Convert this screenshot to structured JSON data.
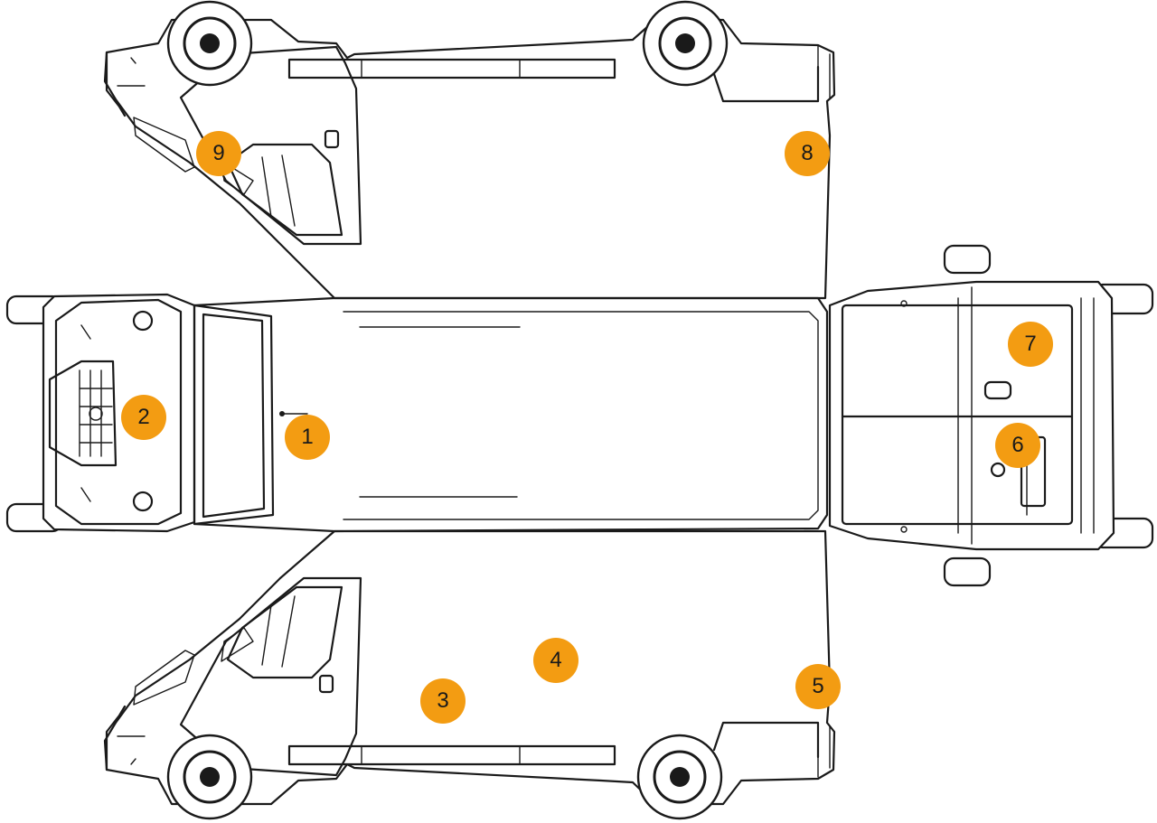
{
  "diagram": {
    "colors": {
      "marker": "#F39C12",
      "outline": "#1a1a1a",
      "background": "#ffffff"
    },
    "markers": [
      {
        "id": "1",
        "label": "1"
      },
      {
        "id": "2",
        "label": "2"
      },
      {
        "id": "3",
        "label": "3"
      },
      {
        "id": "4",
        "label": "4"
      },
      {
        "id": "5",
        "label": "5"
      },
      {
        "id": "6",
        "label": "6"
      },
      {
        "id": "7",
        "label": "7"
      },
      {
        "id": "8",
        "label": "8"
      },
      {
        "id": "9",
        "label": "9"
      }
    ]
  }
}
